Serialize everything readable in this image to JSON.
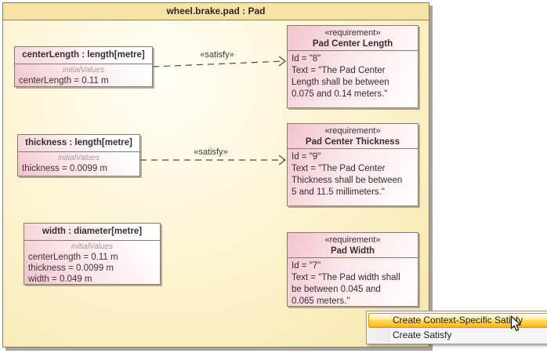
{
  "frame": {
    "title": "wheel.brake.pad : Pad",
    "title_bg": "#f6e2a4",
    "border_color": "#8a8155",
    "body_yellow": "#f7e6ab"
  },
  "value_blocks": [
    {
      "name": "centerLength : length[metre]",
      "compartment": "initialValues",
      "values": "centerLength = 0.11 m"
    },
    {
      "name": "thickness : length[metre]",
      "compartment": "initialValues",
      "values": "thickness = 0.0099 m"
    },
    {
      "name": "width : diameter[metre]",
      "compartment": "initialValues",
      "values": "centerLength = 0.11 m\nthickness = 0.0099 m\nwidth = 0.049 m"
    }
  ],
  "requirements": [
    {
      "stereotype": "«requirement»",
      "name": "Pad Center Length",
      "body": "Id = \"8\"\nText = \"The Pad Center\nLength shall be between\n0.075 and 0.14 meters.\""
    },
    {
      "stereotype": "«requirement»",
      "name": "Pad Center Thickness",
      "body": "Id = \"9\"\nText = \"The Pad Center\nThickness shall be between\n5 and 11.5 millimeters.\""
    },
    {
      "stereotype": "«requirement»",
      "name": "Pad Width",
      "body": "Id = \"7\"\nText = \"The Pad width shall\nbe between 0.045 and\n0.065 meters.\""
    }
  ],
  "connectors": [
    {
      "label": "«satisfy»"
    },
    {
      "label": "«satisfy»"
    }
  ],
  "context_menu": {
    "items": [
      {
        "label": "Create Context-Specific Satisfy",
        "highlighted": true
      },
      {
        "label": "Create Satisfy",
        "highlighted": false
      }
    ],
    "highlight_border": "#d89c00",
    "highlight_fill": "#ffd95c"
  },
  "colors": {
    "node_pink": "#f2c2cd",
    "node_border": "#877b66",
    "dash_line": "#4a4a4a"
  }
}
